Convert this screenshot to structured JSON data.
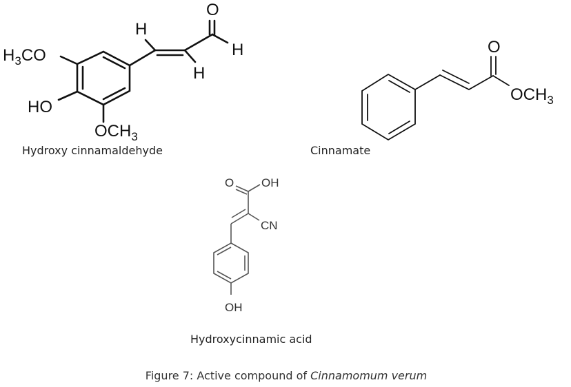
{
  "compounds": {
    "hydroxy_cinnamaldehyde": {
      "name": "Hydroxy cinnamaldehyde",
      "methoxy_top": [
        "H",
        "3",
        "CO"
      ],
      "hydroxyl": "HO",
      "methoxy_bottom": [
        "OCH",
        "3"
      ],
      "h_upper": "H",
      "h_lower": "H",
      "h_aldehyde": "H",
      "oxygen": "O"
    },
    "cinnamate": {
      "name": "Cinnamate",
      "oxygen": "O",
      "methoxy": [
        "OCH",
        "3"
      ]
    },
    "hydroxycinnamic_acid": {
      "name": "Hydroxycinnamic acid",
      "oxygen": "O",
      "acid_oh": "OH",
      "nitrile": "CN",
      "phenol_oh": "OH"
    }
  },
  "caption": {
    "prefix": "Figure 7: Active compound of ",
    "species": "Cinnamomum verum"
  }
}
